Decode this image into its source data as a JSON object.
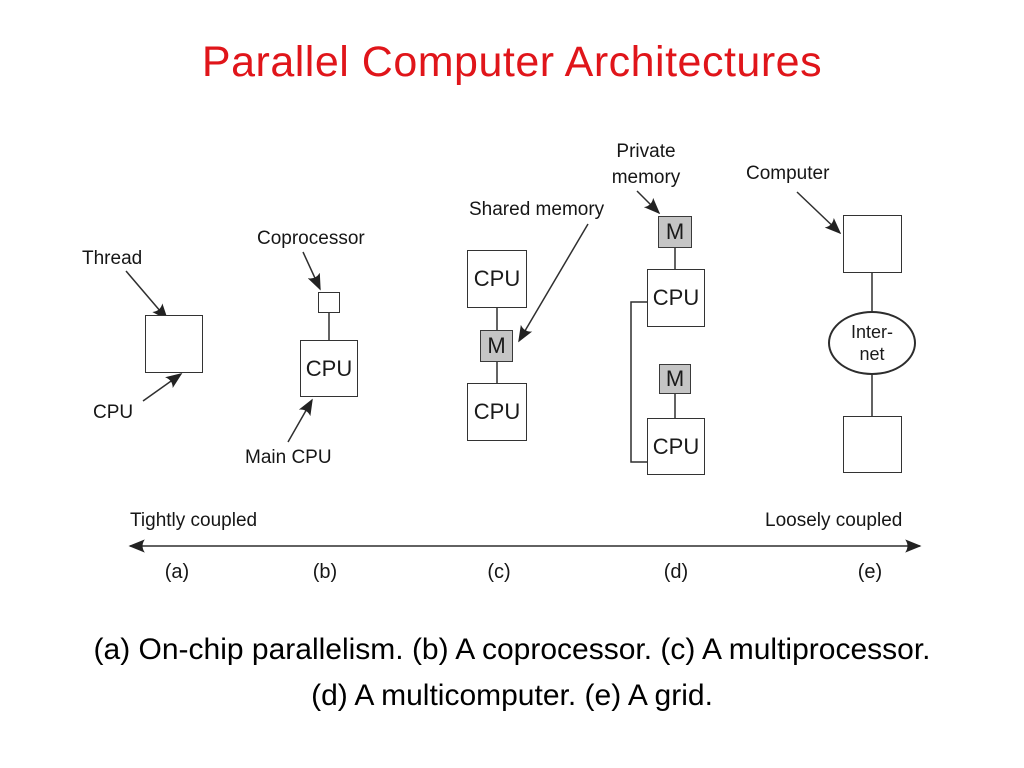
{
  "slide": {
    "title": "Parallel Computer Architectures",
    "caption_line1": "(a) On-chip parallelism. (b) A coprocessor. (c) A multiprocessor.",
    "caption_line2": "(d) A multicomputer. (e) A grid."
  },
  "colors": {
    "title": "#e0151a",
    "line": "#2f2f2f",
    "memory_fill": "#c5c5c5",
    "background": "#ffffff"
  },
  "diagram": {
    "a": {
      "thread_label": "Thread",
      "cpu_label": "CPU",
      "letter": "(a)"
    },
    "b": {
      "coprocessor_label": "Coprocessor",
      "cpu_box": "CPU",
      "main_cpu_label": "Main CPU",
      "letter": "(b)"
    },
    "c": {
      "shared_memory_label": "Shared memory",
      "cpu_top_box": "CPU",
      "memory_box": "M",
      "cpu_bottom_box": "CPU",
      "letter": "(c)"
    },
    "d": {
      "private_memory_label": "Private\nmemory",
      "memory_top_box": "M",
      "cpu_top_box": "CPU",
      "memory_bottom_box": "M",
      "cpu_bottom_box": "CPU",
      "letter": "(d)"
    },
    "e": {
      "computer_label": "Computer",
      "internet_node": "Inter-\nnet",
      "letter": "(e)"
    },
    "axis": {
      "left_label": "Tightly coupled",
      "right_label": "Loosely coupled"
    }
  }
}
